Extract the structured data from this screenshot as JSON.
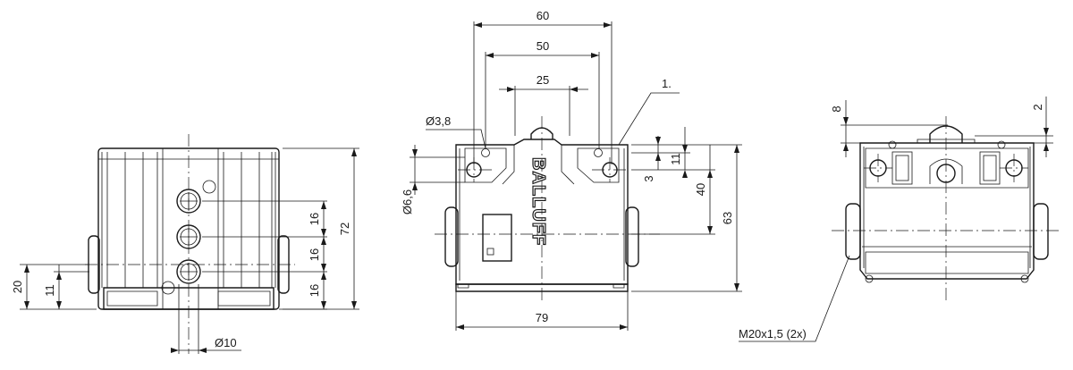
{
  "logo": "BALLUFF",
  "side_view": {
    "dims": {
      "h72": "72",
      "h16a": "16",
      "h16b": "16",
      "h16c": "16",
      "h20": "20",
      "h11": "11",
      "dia10": "Ø10"
    }
  },
  "front_view": {
    "dims": {
      "w60": "60",
      "w50": "50",
      "w25": "25",
      "note1": "1.",
      "dia38": "Ø3,8",
      "dia66": "Ø6,6",
      "h3": "3",
      "h11": "11",
      "h40": "40",
      "h63": "63",
      "w79": "79"
    }
  },
  "rear_view": {
    "dims": {
      "h8": "8",
      "h2": "2",
      "thread": "M20x1,5 (2x)"
    }
  }
}
